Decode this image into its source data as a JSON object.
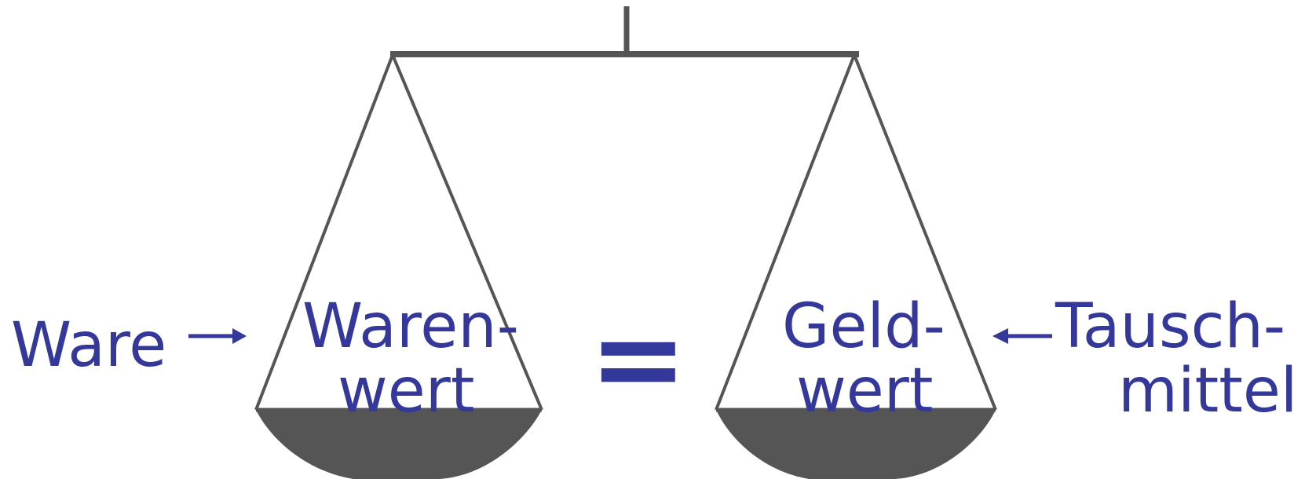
{
  "labels": {
    "left_input": "Ware",
    "left_pan_line1": "Waren-",
    "left_pan_line2": "wert",
    "equals": "=",
    "right_pan_line1": "Geld-",
    "right_pan_line2": "wert",
    "right_input_line1": "Tausch-",
    "right_input_line2": "mittel"
  },
  "colors": {
    "text": "#33389a",
    "scale": "#555555"
  },
  "icons": {
    "left_arrow": "arrow-right-icon",
    "right_arrow": "arrow-left-icon"
  }
}
